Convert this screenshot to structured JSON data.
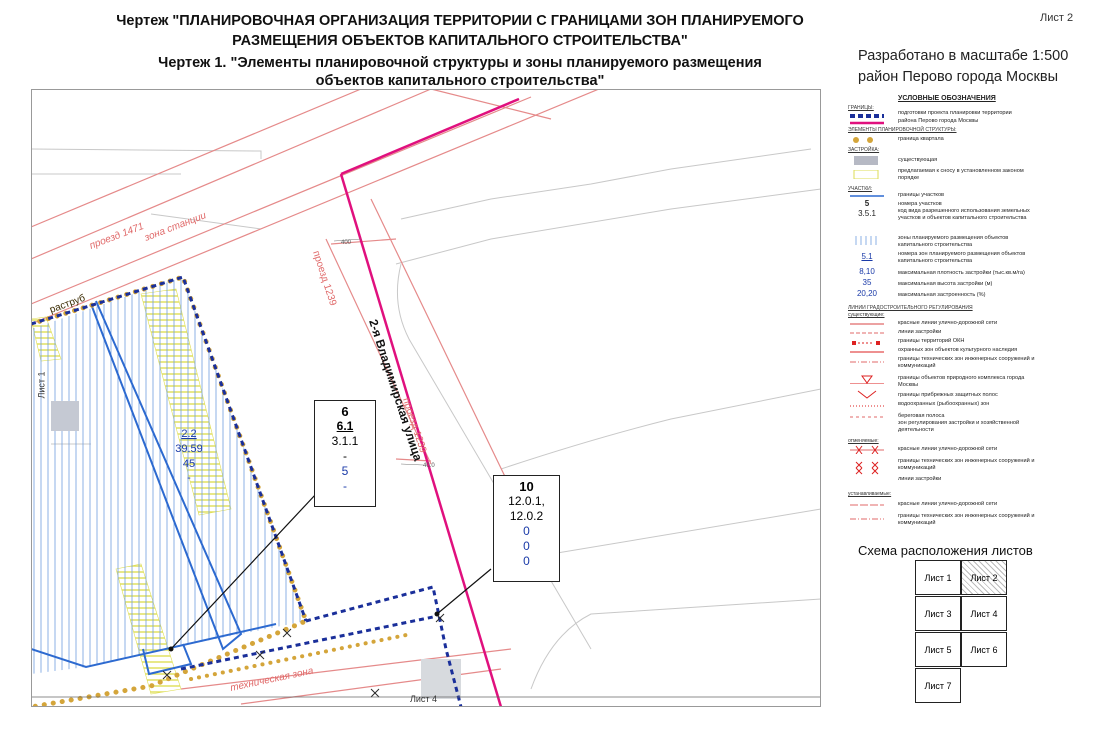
{
  "header": {
    "main_title_line1": "Чертеж \"ПЛАНИРОВОЧНАЯ ОРГАНИЗАЦИЯ ТЕРРИТОРИИ С ГРАНИЦАМИ ЗОН ПЛАНИРУЕМОГО",
    "main_title_line2": "РАЗМЕЩЕНИЯ ОБЪЕКТОВ КАПИТАЛЬНОГО СТРОИТЕЛЬСТВА\"",
    "sub_title_line1": "Чертеж 1. \"Элементы планировочной структуры и зоны планируемого размещения",
    "sub_title_line2": "объектов капитального строительства\"",
    "sheet": "Лист 2",
    "scale": "Разработано в масштабе 1:500",
    "district": "район Перово города Москвы"
  },
  "map": {
    "labels": {
      "proezd_1471": "проезд 1471",
      "zona_stancii": "зона станции",
      "rastrub": "раструб",
      "proezd_1239_a": "проезд 1239",
      "proezd_1239_b": "проезд 1239",
      "street": "2-я Владимирская улица",
      "tech_zone": "техническая зона",
      "dim_400_a": "400",
      "dim_400_b": "40.0",
      "sheet_left": "Лист 1",
      "sheet_bottom": "Лист 4"
    },
    "zone_22": {
      "code": "2.2",
      "density": "39.59",
      "height": "45",
      "pct": "-"
    },
    "callout_6": {
      "num": "6",
      "zone": "6.1",
      "use": "3.1.1",
      "density": "-",
      "height": "5",
      "pct": "-"
    },
    "callout_10": {
      "num": "10",
      "use1": "12.0.1,",
      "use2": "12.0.2",
      "density": "0",
      "height": "0",
      "pct": "0"
    }
  },
  "legend": {
    "title": "УСЛОВНЫЕ ОБОЗНАЧЕНИЯ",
    "s_granicy": "ГРАНИЦЫ:",
    "t_territory": "подготовки проекта планировки территории",
    "t_district": "района Перово города Москвы",
    "s_elements": "ЭЛЕМЕНТЫ ПЛАНИРОВОЧНОЙ СТРУКТУРЫ:",
    "t_quarter": "граница квартала",
    "s_zastroyka": "ЗАСТРОЙКА:",
    "t_existing": "существующая",
    "t_demolish": "предлагаемая к сносу в установленном законом порядке",
    "s_uchastki": "УЧАСТКИ:",
    "t_plots": "границы участков",
    "n_plot": "5",
    "t_plot_num": "номера участков",
    "n_use": "3.5.1",
    "t_use": "код вида разрешенного использования земельных участков и объектов капитального строительства",
    "t_zones": "зоны планируемого размещения объектов капитального строительства",
    "n_zone": "5.1",
    "t_zone_num": "номера зон планируемого размещения объектов капитального строительства",
    "n_density": "8,10",
    "t_density": "максимальная плотность застройки (тыс.кв.м/га)",
    "n_height": "35",
    "t_height": "максимальная высота застройки (м)",
    "n_pct": "20,20",
    "t_pct": "максимальная застроенность (%)",
    "s_lines": "ЛИНИИ ГРАДОСТРОИТЕЛЬНОГО РЕГУЛИРОВАНИЯ",
    "s_existing": "существующие:",
    "t_red": "красные линии улично-дорожной сети",
    "t_build_line": "линии застройки",
    "t_okn": "границы территорий ОКН",
    "t_okn_zone": "охранных зон объектов культурного наследия",
    "t_tech": "границы технических зон инженерных сооружений и коммуникаций",
    "t_nature": "границы объектов природного комплекса города Москвы",
    "t_shore": "границы прибрежных защитных полос",
    "t_water": "водоохранных (рыбоохранных) зон",
    "t_coast": "береговая полоса",
    "t_reg": "зон регулирования застройки и хозяйственной деятельности",
    "s_cancelled": "отменяемые:",
    "t_red_c": "красные линии улично-дорожной сети",
    "t_tech_c": "границы технических зон инженерных сооружений и коммуникаций",
    "t_build_c": "линии застройки",
    "s_established": "устанавливаемые:",
    "t_red_e": "красные линии улично-дорожной сети",
    "t_tech_e": "границы технических зон инженерных сооружений и коммуникаций"
  },
  "sheet_grid": {
    "title": "Схема расположения листов",
    "s1": "Лист 1",
    "s2": "Лист 2",
    "s3": "Лист 3",
    "s4": "Лист 4",
    "s5": "Лист 5",
    "s6": "Лист 6",
    "s7": "Лист 7"
  },
  "colors": {
    "red_line": "#e06a6a",
    "magenta": "#e0107e",
    "blue": "#1a2f9a",
    "gold": "#d4a53a",
    "hatch": "#5b8dd6",
    "yellow": "#e8e86a"
  }
}
